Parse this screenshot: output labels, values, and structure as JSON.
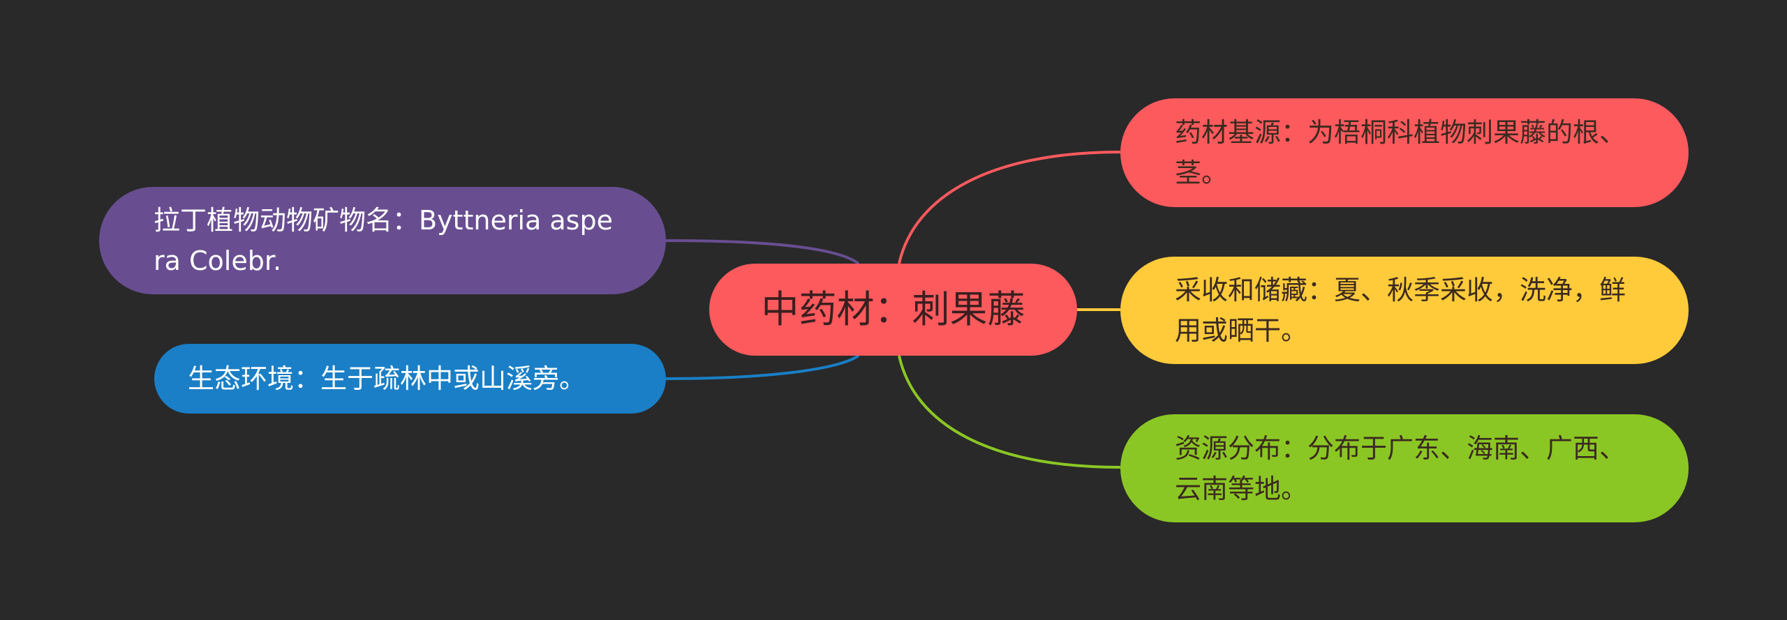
{
  "root": {
    "label": "中药材：刺果藤",
    "color": "#fd5a5e"
  },
  "left_nodes": [
    {
      "id": "latin-name",
      "label": "拉丁植物动物矿物名：Byttneria aspera Colebr.",
      "color": "#684e91",
      "line_color": "#684e91"
    },
    {
      "id": "habitat",
      "label": "生态环境：生于疏林中或山溪旁。",
      "color": "#1a7fc6",
      "line_color": "#1a7fc6"
    }
  ],
  "right_nodes": [
    {
      "id": "source",
      "label": "药材基源：为梧桐科植物刺果藤的根、茎。",
      "color": "#fd5a5e",
      "line_color": "#fd5a5e"
    },
    {
      "id": "harvest",
      "label": "采收和储藏：夏、秋季采收，洗净，鲜用或晒干。",
      "color": "#ffcb3a",
      "line_color": "#ffcb3a"
    },
    {
      "id": "distribution",
      "label": "资源分布：分布于广东、海南、广西、云南等地。",
      "color": "#8bc724",
      "line_color": "#8bc724"
    }
  ]
}
